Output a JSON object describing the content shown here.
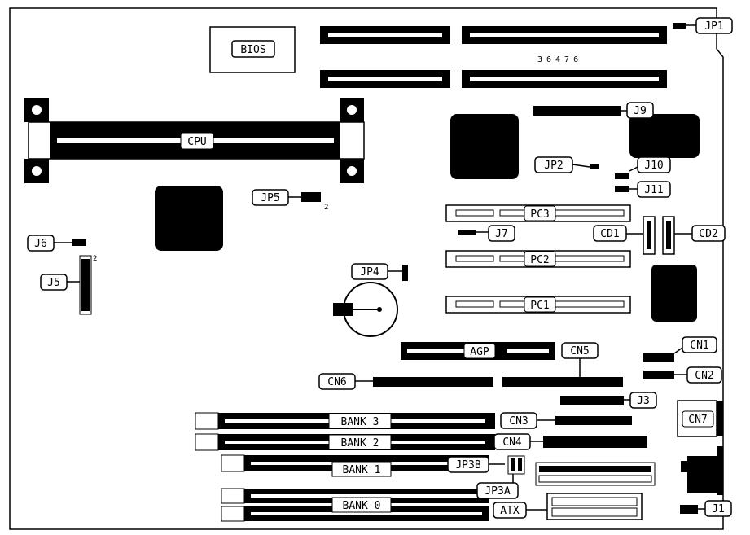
{
  "labels": {
    "bios": "BIOS",
    "cpu": "CPU",
    "serial": "36476",
    "jp1": "JP1",
    "jp2": "JP2",
    "jp3a": "JP3A",
    "jp3b": "JP3B",
    "jp4": "JP4",
    "jp5": "JP5",
    "j1": "J1",
    "j3": "J3",
    "j5": "J5",
    "j6": "J6",
    "j7": "J7",
    "j9": "J9",
    "j10": "J10",
    "j11": "J11",
    "cd1": "CD1",
    "cd2": "CD2",
    "cn1": "CN1",
    "cn2": "CN2",
    "cn3": "CN3",
    "cn4": "CN4",
    "cn5": "CN5",
    "cn6": "CN6",
    "cn7": "CN7",
    "pc1": "PC1",
    "pc2": "PC2",
    "pc3": "PC3",
    "agp": "AGP",
    "atx": "ATX",
    "bank0": "BANK 0",
    "bank1": "BANK 1",
    "bank2": "BANK 2",
    "bank3": "BANK 3",
    "pin2_jp5": "2",
    "pin2_j5": "2"
  },
  "colors": {
    "ink": "#000000",
    "paper": "#ffffff"
  }
}
